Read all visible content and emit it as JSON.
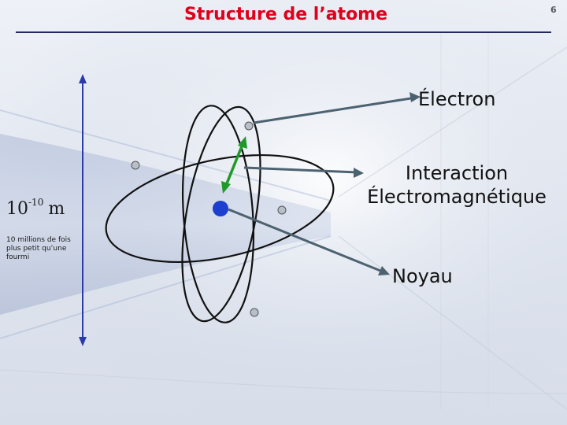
{
  "slide": {
    "title": "Structure de l’atome",
    "number": "6"
  },
  "scale": {
    "base": "10",
    "exponent": "-10",
    "unit": "m",
    "note": "10 millions de fois plus petit qu’une fourmi"
  },
  "labels": {
    "electron": "Électron",
    "interaction_line1": "Interaction",
    "interaction_line2": "Électromagnétique",
    "noyau": "Noyau"
  },
  "colors": {
    "title": "#e0001b",
    "orbit": "#111111",
    "nucleus": "#1c3fd0",
    "electron": "#b9bfc9",
    "arrow": "#4d6270",
    "interaction": "#1f9a2a",
    "ring": "#2a3aa8"
  }
}
